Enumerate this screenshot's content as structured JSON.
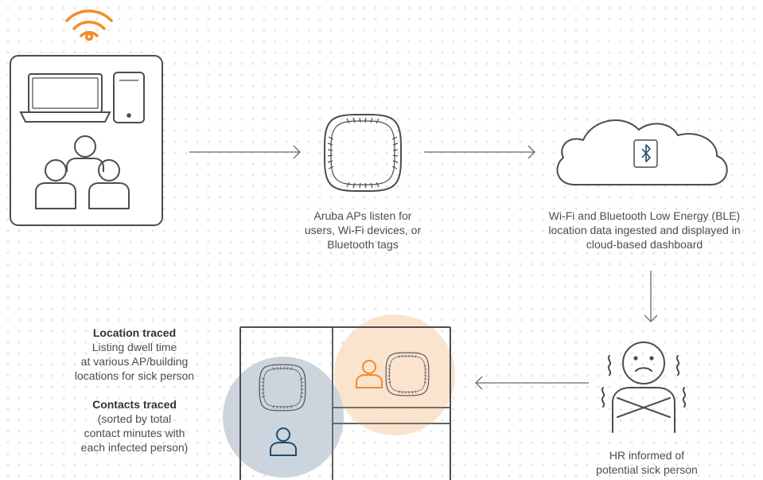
{
  "captions": {
    "ap": [
      "Aruba APs listen for",
      "users, Wi-Fi devices, or",
      "Bluetooth tags"
    ],
    "cloud": [
      "Wi-Fi and Bluetooth Low Energy (BLE)",
      "location data ingested and displayed in",
      "cloud-based dashboard"
    ],
    "hr": [
      "HR informed of",
      "potential sick person"
    ],
    "location_title": "Location traced",
    "location_body": [
      "Listing dwell time",
      "at various AP/building",
      "locations for sick person"
    ],
    "contacts_title": "Contacts traced",
    "contacts_body": [
      "(sorted by total",
      "contact minutes with",
      "each infected person)"
    ]
  },
  "icons": [
    "wifi-icon",
    "laptop-icon",
    "phone-icon",
    "people-group-icon",
    "access-point-icon",
    "cloud-icon",
    "bluetooth-icon",
    "sick-person-icon",
    "person-icon"
  ],
  "colors": {
    "line": "#4d4d4d",
    "wifi": "#f28c28",
    "orange_zone": "#f9dfc6",
    "orange_person": "#f08a24",
    "blue_zone": "#c7cfd9",
    "blue_person": "#1f4e6e"
  }
}
